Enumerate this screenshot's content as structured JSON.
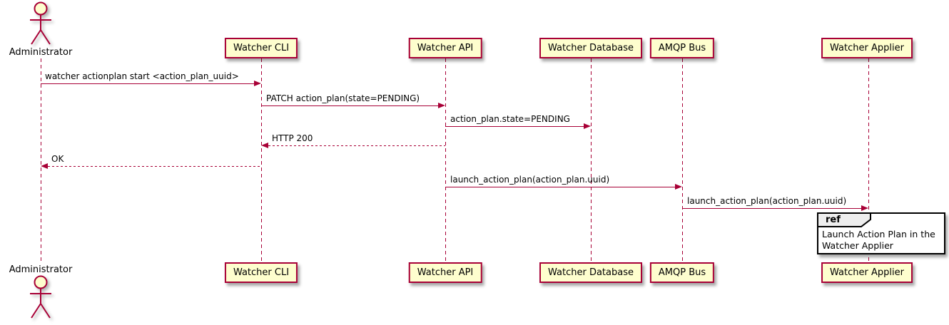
{
  "diagram": {
    "type": "uml-sequence-diagram",
    "actor": {
      "name": "Administrator"
    },
    "participants": [
      {
        "label": "Watcher CLI"
      },
      {
        "label": "Watcher API"
      },
      {
        "label": "Watcher Database"
      },
      {
        "label": "AMQP Bus"
      },
      {
        "label": "Watcher Applier"
      }
    ],
    "messages": [
      {
        "from": "Administrator",
        "to": "Watcher CLI",
        "style": "solid",
        "label": "watcher actionplan start <action_plan_uuid>"
      },
      {
        "from": "Watcher CLI",
        "to": "Watcher API",
        "style": "solid",
        "label": "PATCH action_plan(state=PENDING)"
      },
      {
        "from": "Watcher API",
        "to": "Watcher Database",
        "style": "solid",
        "label": "action_plan.state=PENDING"
      },
      {
        "from": "Watcher API",
        "to": "Watcher CLI",
        "style": "dashed",
        "label": "HTTP 200"
      },
      {
        "from": "Watcher CLI",
        "to": "Administrator",
        "style": "dashed",
        "label": "OK"
      },
      {
        "from": "Watcher API",
        "to": "AMQP Bus",
        "style": "solid",
        "label": "launch_action_plan(action_plan.uuid)"
      },
      {
        "from": "AMQP Bus",
        "to": "Watcher Applier",
        "style": "solid",
        "label": "launch_action_plan(action_plan.uuid)"
      }
    ],
    "ref": {
      "keyword": "ref",
      "over": "Watcher Applier",
      "text": "Launch Action Plan in the\nWatcher Applier"
    },
    "colors": {
      "line": "#A80036",
      "participant_fill": "#FEFECE",
      "ref_header_fill": "#EEEEEE",
      "ref_border": "#000000",
      "text": "#000000",
      "background": "#FFFFFF"
    }
  }
}
